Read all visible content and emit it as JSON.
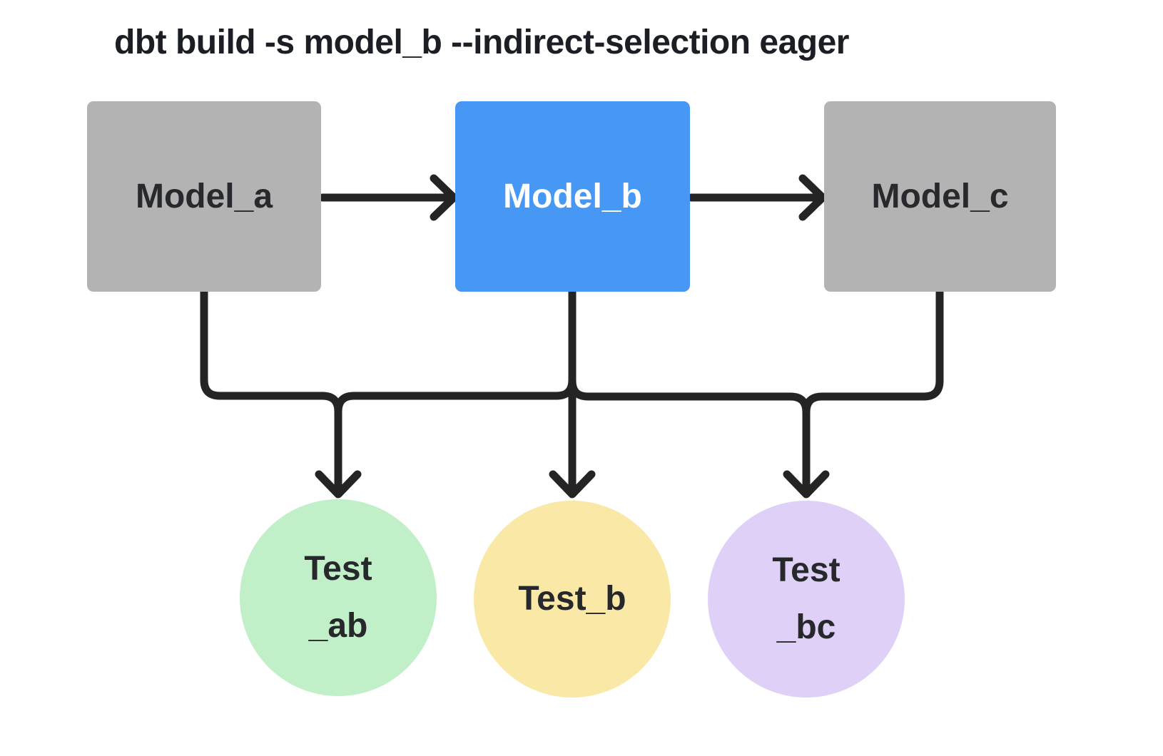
{
  "title": "dbt build -s model_b --indirect-selection eager",
  "colors": {
    "model_default": "#b3b3b3",
    "model_selected": "#4797f4",
    "test_ab_fill": "#c0efc8",
    "test_b_fill": "#fae9a6",
    "test_bc_fill": "#ded0f6",
    "edge": "#242424",
    "text_dark": "#26282b",
    "text_light": "#ffffff"
  },
  "models": [
    {
      "id": "model_a",
      "label": "Model_a",
      "state": "default"
    },
    {
      "id": "model_b",
      "label": "Model_b",
      "state": "selected"
    },
    {
      "id": "model_c",
      "label": "Model_c",
      "state": "default"
    }
  ],
  "tests": [
    {
      "id": "test_ab",
      "lines": [
        "Test",
        "_ab"
      ]
    },
    {
      "id": "test_b",
      "lines": [
        "Test_b"
      ]
    },
    {
      "id": "test_bc",
      "lines": [
        "Test",
        "_bc"
      ]
    }
  ],
  "edges": [
    {
      "from": "model_a",
      "to": "model_b"
    },
    {
      "from": "model_b",
      "to": "model_c"
    },
    {
      "from": "model_a",
      "to": "test_ab"
    },
    {
      "from": "model_b",
      "to": "test_ab"
    },
    {
      "from": "model_b",
      "to": "test_b"
    },
    {
      "from": "model_b",
      "to": "test_bc"
    },
    {
      "from": "model_c",
      "to": "test_bc"
    }
  ]
}
